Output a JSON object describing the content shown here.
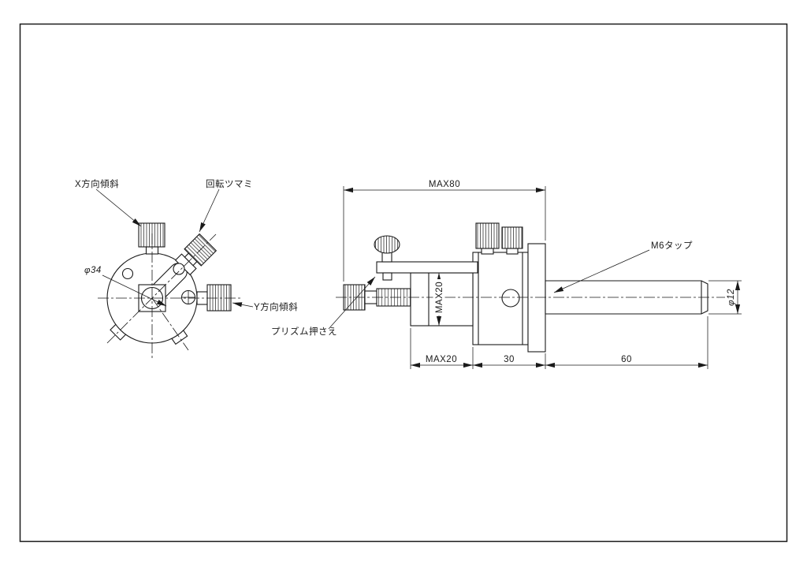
{
  "drawing": {
    "colors": {
      "line": "#1a1a1a",
      "background": "#ffffff"
    },
    "front_view": {
      "labels": {
        "x_tilt": "X方向傾斜",
        "rotation_knob": "回転ツマミ",
        "y_tilt": "Y方向傾斜"
      },
      "dims": {
        "body_diameter": "φ34"
      }
    },
    "side_view": {
      "labels": {
        "prism_clamp": "プリズム押さえ",
        "m6_tap": "M6タップ"
      },
      "dims": {
        "overall_length": "MAX80",
        "clamp_height": "MAX20",
        "clamp_length": "MAX20",
        "body_length": "30",
        "shaft_length": "60",
        "shaft_diameter": "φ12"
      }
    }
  }
}
